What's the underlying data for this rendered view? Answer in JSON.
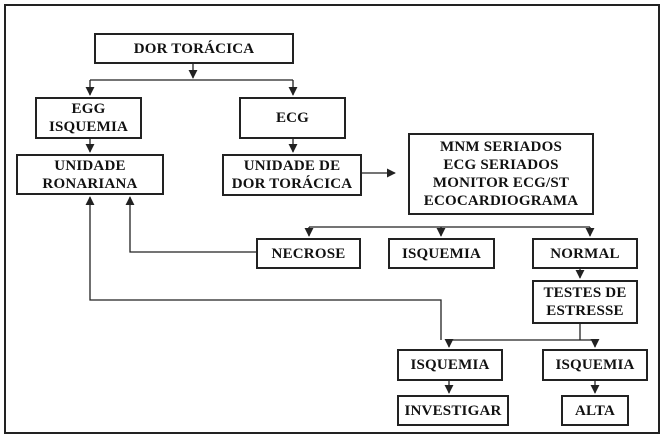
{
  "boxes": {
    "dor_toracica": "DOR TORÁCICA",
    "egg_isquemia": "EGG\nISQUEMIA",
    "ecg": "ECG",
    "unidade_coronariana": "UNIDADE\nRONARIANA",
    "unidade_dor": "UNIDADE DE\nDOR TORÁCICA",
    "mnm_seriados": "MNM SERIADOS\nECG SERIADOS\nMONITOR ECG/ST\nECOCARDIOGRAMA",
    "necrose": "NECROSE",
    "isquemia_mid": "ISQUEMIA",
    "normal": "NORMAL",
    "testes_estresse": "TESTES DE\nESTRESSE",
    "isquemia_left": "ISQUEMIA",
    "isquemia_right": "ISQUEMIA",
    "investigar": "INVESTIGAR",
    "alta": "ALTA"
  },
  "colors": {
    "line": "#222222",
    "box_border": "#222222",
    "text": "#111111"
  }
}
